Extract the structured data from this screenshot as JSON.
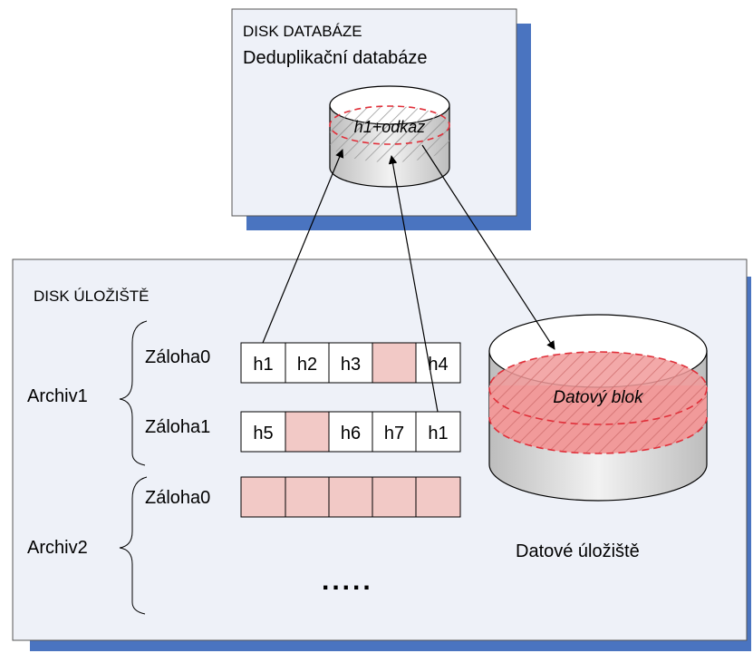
{
  "db_panel": {
    "title": "DISK DATABÁZE",
    "subtitle": "Deduplikační databáze",
    "cylinder_label": "h1+odkaz"
  },
  "storage_panel": {
    "title": "DISK ÚLOŽIŠTĚ",
    "archives": [
      {
        "name": "Archiv1",
        "backups": [
          {
            "name": "Záloha0",
            "cells": [
              "h1",
              "h2",
              "h3",
              "",
              "h4"
            ]
          },
          {
            "name": "Záloha1",
            "cells": [
              "h5",
              "",
              "h6",
              "h7",
              "h1"
            ]
          }
        ]
      },
      {
        "name": "Archiv2",
        "backups": [
          {
            "name": "Záloha0",
            "cells": [
              "",
              "",
              "",
              "",
              ""
            ]
          }
        ],
        "more": "....."
      }
    ],
    "data_store": {
      "label": "Datové úložiště",
      "cylinder_label": "Datový blok"
    }
  },
  "colors": {
    "panel_fill": "#eef1f8",
    "panel_shadow": "#4a74c0",
    "highlight_cell": "#f2c9c6",
    "dash_red": "#e0303a",
    "block_fill": "#f19a9a"
  }
}
